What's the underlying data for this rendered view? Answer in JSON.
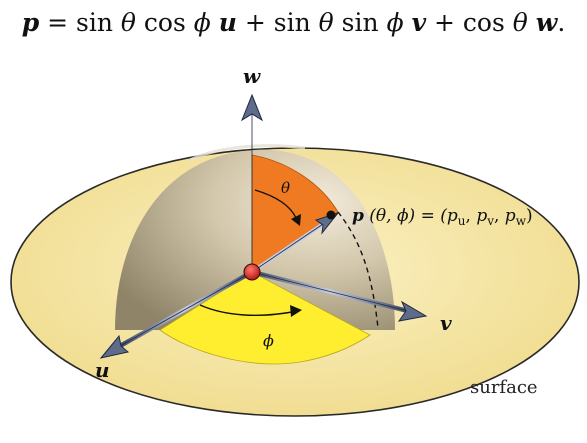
{
  "equation": {
    "p": "p",
    "eq": " = sin ",
    "theta1": "θ",
    "cos1": " cos ",
    "phi1": "ϕ",
    "sp1": " ",
    "u": "u",
    "plus1": " + sin ",
    "theta2": "θ",
    "sin2": " sin ",
    "phi2": "ϕ",
    "sp2": " ",
    "v": "v",
    "plus2": " + cos ",
    "theta3": "θ",
    "sp3": " ",
    "w": "w",
    "end": "."
  },
  "labels": {
    "w_axis": "w",
    "u_axis": "u",
    "v_axis": "v",
    "theta_angle": "θ",
    "phi_angle": "ϕ",
    "surface": "surface",
    "point_p": "p",
    "point_args": " (θ, ϕ) = (",
    "pu_p": "p",
    "pu_sub": "u",
    "comma1": ", ",
    "pv_p": "p",
    "pv_sub": "v",
    "comma2": ", ",
    "pw_p": "p",
    "pw_sub": "w",
    "close": ")"
  },
  "colors": {
    "surface_disk": "#f6e7a6",
    "hemisphere": "#c8bb9c",
    "theta_wedge": "#f07a22",
    "phi_wedge": "#ffee30",
    "axis_arrow": "#5e6c8a",
    "origin_dot": "#d81c1c"
  }
}
